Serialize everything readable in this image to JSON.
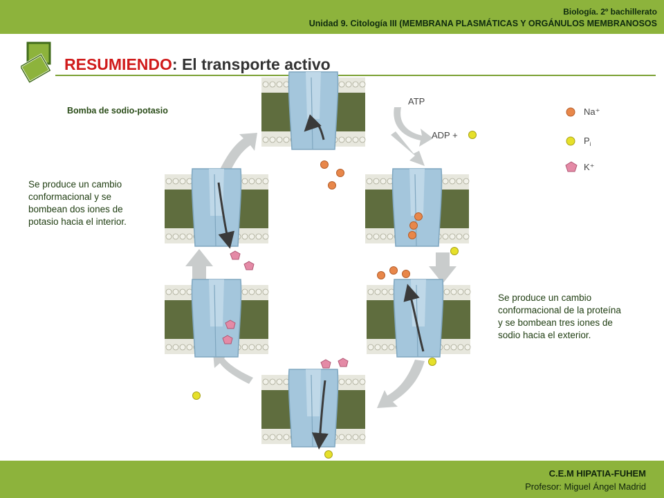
{
  "header": {
    "course": "Biología. 2º bachillerato",
    "unit": "Unidad 9. Citología III (MEMBRANA PLASMÁTICAS Y ORGÁNULOS MEMBRANOSOS"
  },
  "title": {
    "highlight": "RESUMIENDO",
    "rest": ": El transporte activo"
  },
  "diagram": {
    "subtitle": "Bomba de sodio-potasio",
    "atp": "ATP",
    "adp": "ADP +",
    "legend": {
      "na": "Na⁺",
      "pi_base": "P",
      "pi_sub": "i",
      "k": "K⁺"
    },
    "note_left": "Se produce un cambio conformacional y se bombean dos iones de potasio hacia el interior.",
    "note_right": "Se produce un cambio conformacional de la proteína y se bombean tres iones de sodio hacia el exterior."
  },
  "footer": {
    "center": "C.E.M HIPATIA-FUHEM",
    "professor": "Profesor: Miguel Ángel Madrid"
  },
  "colors": {
    "accent": "#8db33c",
    "title_red": "#d01b1b",
    "sodium": "#e8874a",
    "phosphate": "#e6e02a",
    "potassium": "#e48aa6",
    "protein": "#9ec1d8",
    "membrane": "#5a6a3a"
  }
}
